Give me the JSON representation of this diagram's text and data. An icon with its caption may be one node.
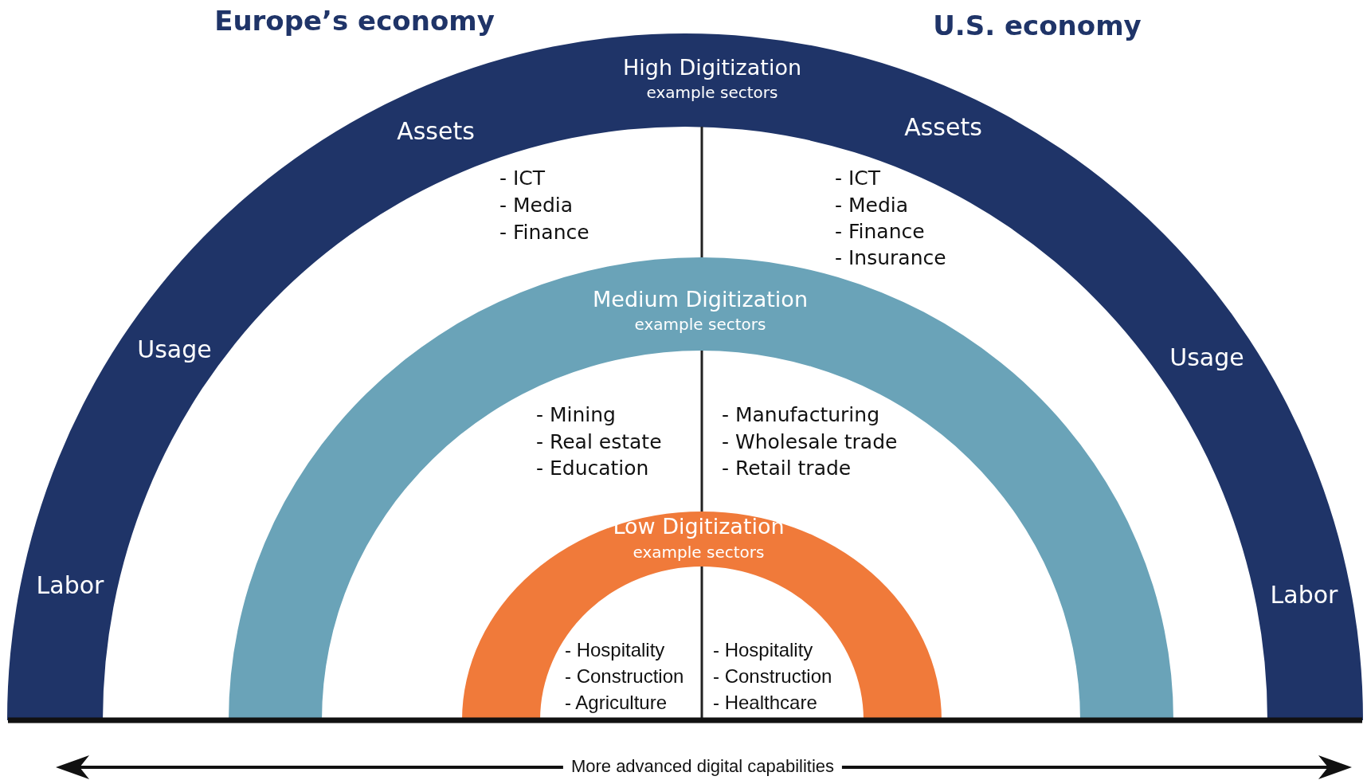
{
  "diagram": {
    "nodes": [
      {
        "text": [
          "High Digitization",
          "example sectors",
          "Assets",
          "Assets",
          "Usage",
          "Usage",
          "Labor",
          "Labor"
        ]
      },
      {
        "text": [
          "Medium Digitization",
          "example sectors"
        ]
      },
      {
        "text": [
          "Low Digitization",
          "example sectors"
        ]
      }
    ],
    "labels": [
      "Europe’s economy",
      "U.S. economy",
      "- ICT",
      "- Media",
      "- Finance",
      "- ICT",
      "- Media",
      "- Finance",
      "- Insurance",
      "- Mining",
      "- Real estate",
      "- Education",
      "- Manufacturing",
      "- Wholesale trade",
      "- Retail trade",
      "- Hospitality",
      "- Construction",
      "- Agriculture",
      "- Hospitality",
      "- Construction",
      "- Healthcare",
      "More advanced digital capabilities"
    ]
  }
}
